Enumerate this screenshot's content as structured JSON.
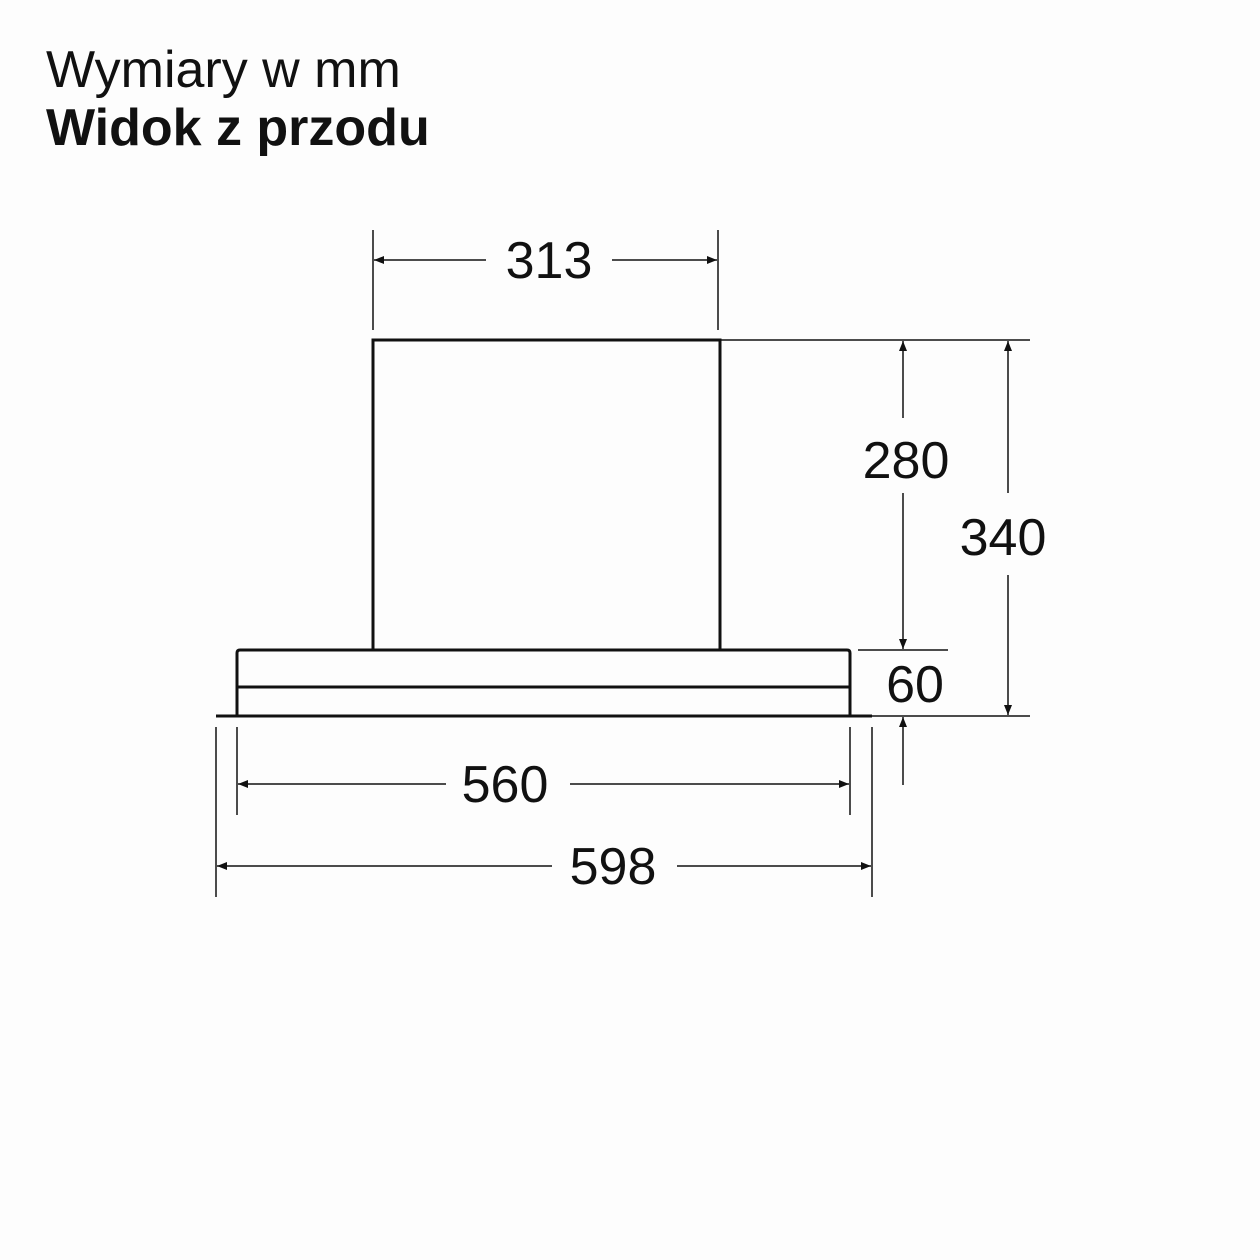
{
  "header": {
    "units_title": "Wymiary w mm",
    "view_title": "Widok z przodu"
  },
  "dimensions": {
    "chimney_width": "313",
    "chimney_height": "280",
    "total_height": "340",
    "front_panel_height": "60",
    "inner_width": "560",
    "total_width": "598"
  },
  "colors": {
    "line": "#111111",
    "background": "#fdfdfd"
  }
}
